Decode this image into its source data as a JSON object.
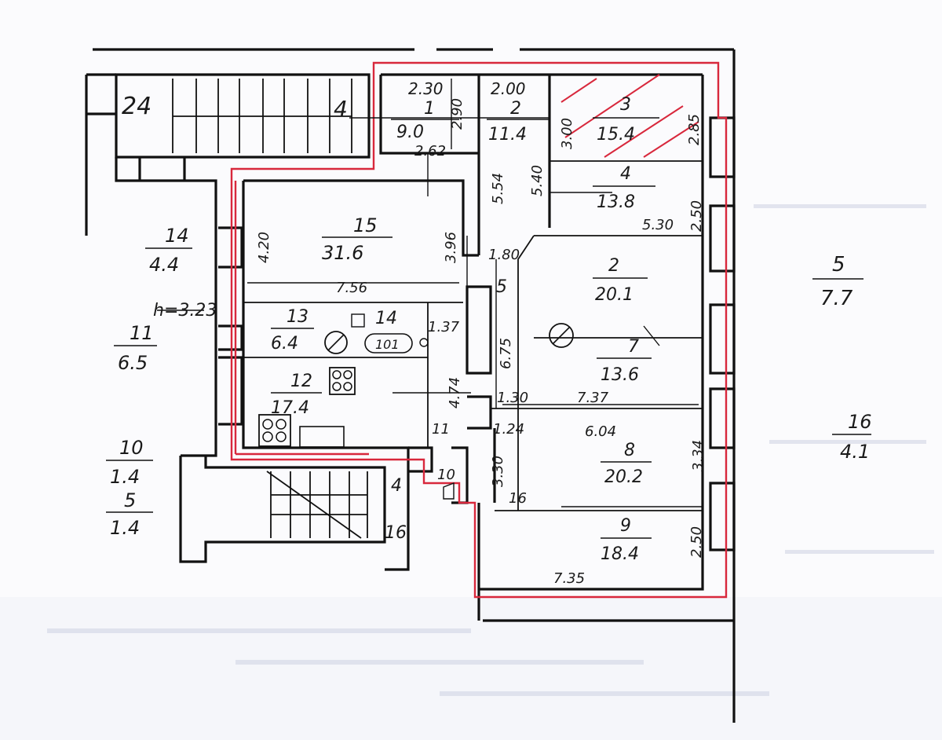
{
  "rooms": {
    "stair_top": {
      "n": "24"
    },
    "landing_top": {
      "n": "4"
    },
    "r1": {
      "n": "1",
      "area": "9.0"
    },
    "r2": {
      "n": "2",
      "area": "11.4"
    },
    "r3": {
      "n": "3",
      "area": "15.4"
    },
    "r4": {
      "n": "4",
      "area": "13.8"
    },
    "r15": {
      "n": "15",
      "area": "31.6"
    },
    "r14_out": {
      "n": "14",
      "area": "4.4"
    },
    "r11_out": {
      "n": "11",
      "area": "6.5"
    },
    "r10_out": {
      "n": "10",
      "area": "1.4"
    },
    "r5_out": {
      "n": "5",
      "area": "1.4"
    },
    "r13": {
      "n": "13",
      "area": "6.4"
    },
    "r14_in": {
      "n": "14"
    },
    "r12": {
      "n": "12",
      "area": "17.4"
    },
    "r5_corr": {
      "n": "5"
    },
    "r2b": {
      "n": "2",
      "area": "20.1"
    },
    "r7": {
      "n": "7",
      "area": "13.6"
    },
    "r8": {
      "n": "8",
      "area": "20.2"
    },
    "r9": {
      "n": "9",
      "area": "18.4"
    },
    "r5_right": {
      "n": "5",
      "area": "7.7"
    },
    "r16_right": {
      "n": "16",
      "area": "4.1"
    },
    "r11_small": {
      "n": "11"
    },
    "r4_bottom": {
      "n": "4"
    },
    "r16_bottom": {
      "n": "16"
    },
    "r16_small": {
      "n": "16"
    }
  },
  "dimensions": {
    "d230": "2.30",
    "d290": "2.90",
    "d262": "2.62",
    "d200": "2.00",
    "d300": "3.00",
    "d285": "2.85",
    "d554": "5.54",
    "d540": "5.40",
    "d250a": "2.50",
    "d530": "5.30",
    "d396": "3.96",
    "d180": "1.80",
    "d420": "4.20",
    "d756": "7.56",
    "d137": "1.37",
    "d675": "6.75",
    "d474": "4.74",
    "d130": "1.30",
    "d737": "7.37",
    "d124": "1.24",
    "d604": "6.04",
    "d334": "3.34",
    "d330": "3.30",
    "d250b": "2.50",
    "d735": "7.35",
    "height_note": "h=3.23",
    "d10": "10",
    "d101": "101"
  },
  "colors": {
    "ink": "#111111",
    "red_boundary": "#d8283c",
    "paper": "#fbfbfd"
  }
}
